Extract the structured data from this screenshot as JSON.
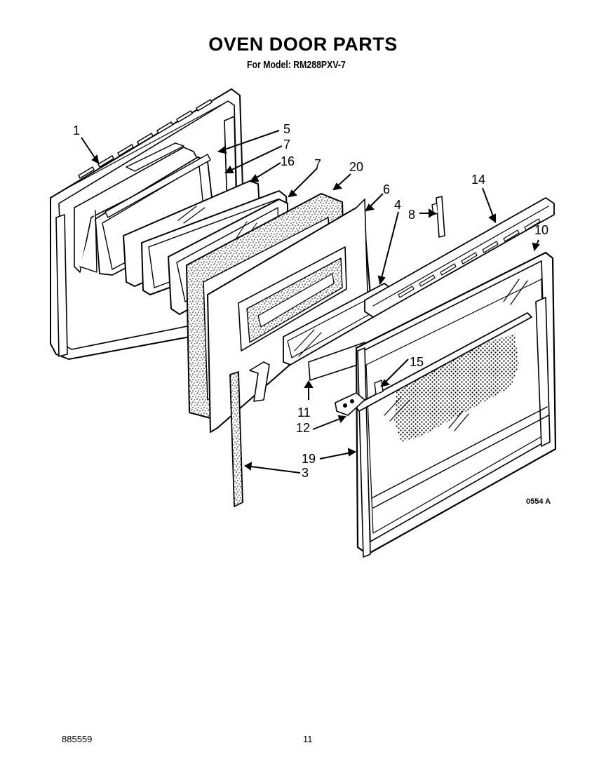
{
  "title": "OVEN DOOR PARTS",
  "subtitle": "For Model: RM288PXV-7",
  "diagram_code": "0554 A",
  "doc_number": "885559",
  "page_number": "11",
  "part_labels": {
    "p1": "1",
    "p5": "5",
    "p7a": "7",
    "p16": "16",
    "p7b": "7",
    "p20": "20",
    "p6": "6",
    "p4": "4",
    "p8": "8",
    "p14": "14",
    "p10": "10",
    "p15": "15",
    "p11": "11",
    "p12": "12",
    "p19": "19",
    "p3": "3"
  }
}
